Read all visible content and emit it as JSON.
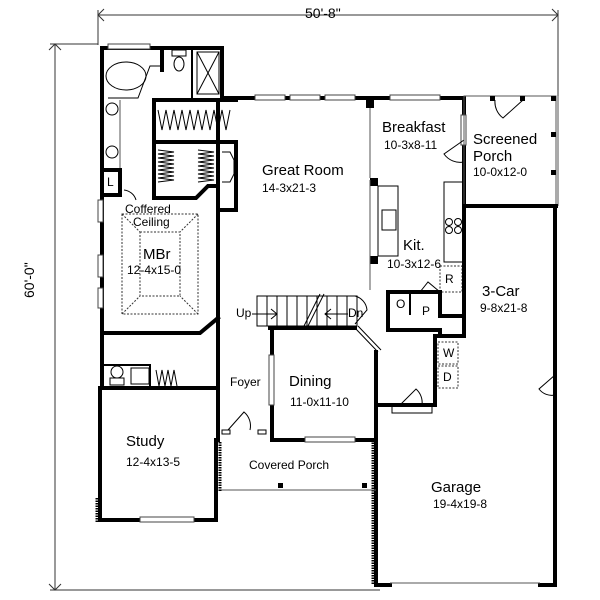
{
  "overall_dimensions": {
    "width": "50'-8\"",
    "depth": "60'-0\""
  },
  "rooms": {
    "great_room": {
      "name": "Great Room",
      "size": "14-3x21-3"
    },
    "breakfast": {
      "name": "Breakfast",
      "size": "10-3x8-11"
    },
    "screened_porch": {
      "name_line1": "Screened",
      "name_line2": "Porch",
      "size": "10-0x12-0"
    },
    "kitchen": {
      "name": "Kit.",
      "size": "10-3x12-6"
    },
    "master_bedroom": {
      "ceiling_line1": "Coffered",
      "ceiling_line2": "Ceiling",
      "name": "MBr",
      "size": "12-4x15-0"
    },
    "three_car": {
      "name": "3-Car",
      "size": "9-8x21-8"
    },
    "dining": {
      "name": "Dining",
      "size": "11-0x11-10"
    },
    "foyer": {
      "name": "Foyer"
    },
    "study": {
      "name": "Study",
      "size": "12-4x13-5"
    },
    "covered_porch": {
      "name": "Covered Porch"
    },
    "garage": {
      "name": "Garage",
      "size": "19-4x19-8"
    }
  },
  "fixtures": {
    "linen": "L",
    "refrigerator": "R",
    "oven": "O",
    "pantry": "P",
    "washer": "W",
    "dryer": "D"
  },
  "stairs": {
    "up": "Up",
    "down": "Dn"
  }
}
